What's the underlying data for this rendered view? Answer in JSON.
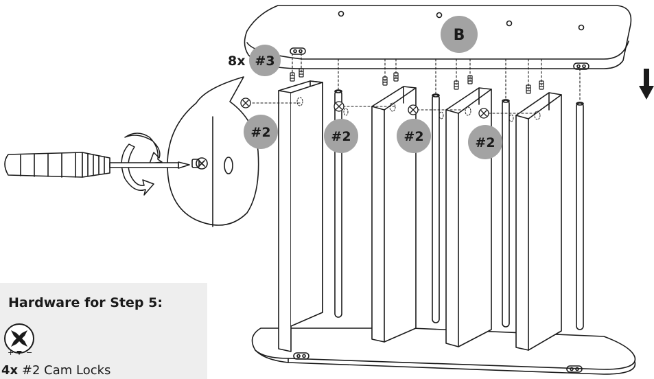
{
  "labels": {
    "panel": "B",
    "qty_top": "8x",
    "part_top": "#3",
    "cam_part": "#2"
  },
  "hardware": {
    "title": "Hardware for Step 5:",
    "qty": "4x",
    "desc": "#2 Cam Locks",
    "icon_plus": "+",
    "icon_minus": "−"
  },
  "colors": {
    "badge": "#a3a3a3",
    "line": "#1a1a1a",
    "hardware_bg": "#eeeeee"
  },
  "icons": [
    "down-arrow-icon",
    "rotate-arrow-icon",
    "screwdriver-icon",
    "cam-lock-icon"
  ]
}
